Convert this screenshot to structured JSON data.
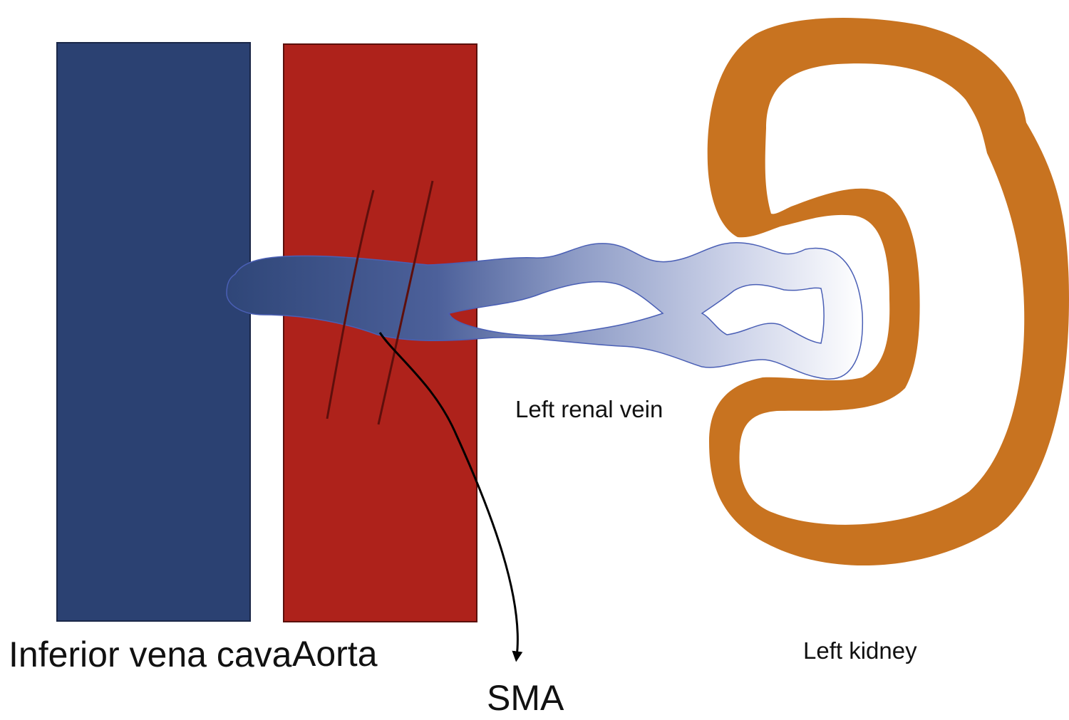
{
  "labels": {
    "ivc": "Inferior vena cava",
    "aorta": "Aorta",
    "sma": "SMA",
    "left_renal_vein": "Left renal vein",
    "left_kidney": "Left kidney"
  },
  "colors": {
    "ivc": "#2b4172",
    "aorta": "#ae221b",
    "kidney": "#c87320",
    "vein_dark": "#2f4678",
    "vein_light": "#ffffff",
    "vein_outline": "#4a5fb5",
    "sma_strokes": "#5e0f0c",
    "arrow": "#000000"
  }
}
